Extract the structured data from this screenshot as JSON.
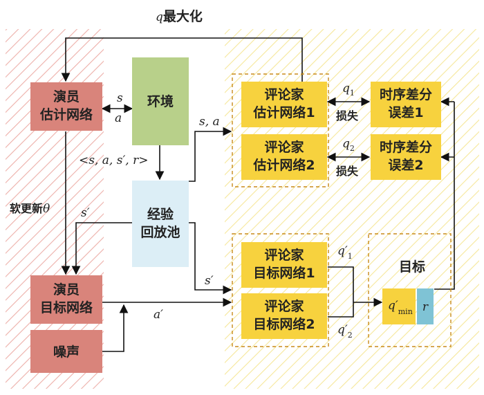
{
  "top_label": {
    "var": "q",
    "text": "最大化"
  },
  "soft_update": {
    "text": "软更新",
    "var": "θ"
  },
  "actor_estimate": {
    "line1": "演员",
    "line2": "估计网络"
  },
  "actor_target": {
    "line1": "演员",
    "line2": "目标网络"
  },
  "noise": {
    "label": "噪声"
  },
  "environment": {
    "label": "环境"
  },
  "replay": {
    "line1": "经验",
    "line2": "回放池"
  },
  "critic1_est": {
    "line1": "评论家",
    "line2": "估计网络1"
  },
  "critic2_est": {
    "line1": "评论家",
    "line2": "估计网络2"
  },
  "critic1_tgt": {
    "line1": "评论家",
    "line2": "目标网络1"
  },
  "critic2_tgt": {
    "line1": "评论家",
    "line2": "目标网络2"
  },
  "td1": {
    "line1": "时序差分",
    "line2": "误差1"
  },
  "td2": {
    "line1": "时序差分",
    "line2": "误差2"
  },
  "loss1": {
    "var": "q",
    "sub": "1",
    "text": "损失"
  },
  "loss2": {
    "var": "q",
    "sub": "2",
    "text": "损失"
  },
  "target": {
    "title": "目标",
    "qmin_var": "q′",
    "qmin_sub": "min",
    "r": "r"
  },
  "edges": {
    "s": "s",
    "a": "a",
    "transition": "<s, a, s′, r>",
    "s_a": "s, a",
    "s_prime_replay": "s′",
    "s_prime_critic": "s′",
    "a_prime": "a′",
    "q1_prime_var": "q′",
    "q1_prime_sub": "1",
    "q2_prime_var": "q′",
    "q2_prime_sub": "2"
  },
  "colors": {
    "actor": "#D9847B",
    "env": "#B8D08A",
    "replay": "#DCEEF6",
    "critic": "#F7D23E",
    "r_box": "#7FC3D5",
    "left_hatch": "#E89A94",
    "right_hatch": "#F4E27A"
  }
}
